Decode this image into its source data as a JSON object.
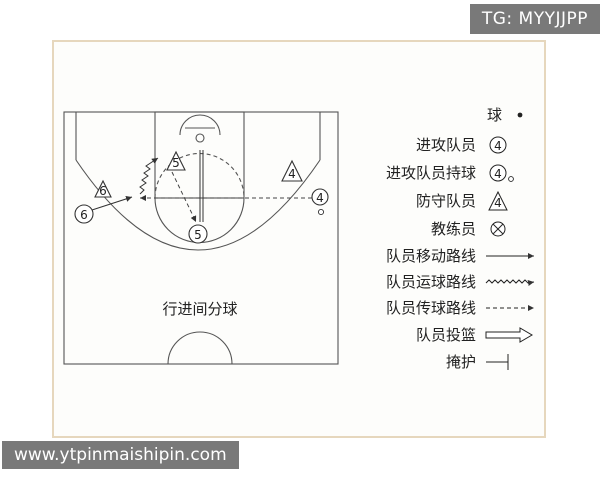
{
  "watermark_tg": "TG: MYYJJPP",
  "website": "www.ytpinmaishipin.com",
  "play_label": "行进间分球",
  "players": {
    "off_left": "6",
    "def_left": "6",
    "off_top": "5",
    "off_bottom": "5",
    "def_right": "4",
    "off_right": "4"
  },
  "legend": {
    "ball": "球",
    "offense_player": "进攻队员",
    "offense_player_symbol": "4",
    "offense_with_ball": "进攻队员持球",
    "offense_with_ball_symbol": "4",
    "defense_player": "防守队员",
    "defense_player_symbol": "4",
    "coach": "教练员",
    "move_path": "队员移动路线",
    "dribble_path": "队员运球路线",
    "pass_path": "队员传球路线",
    "shot": "队员投篮",
    "screen": "掩护"
  }
}
